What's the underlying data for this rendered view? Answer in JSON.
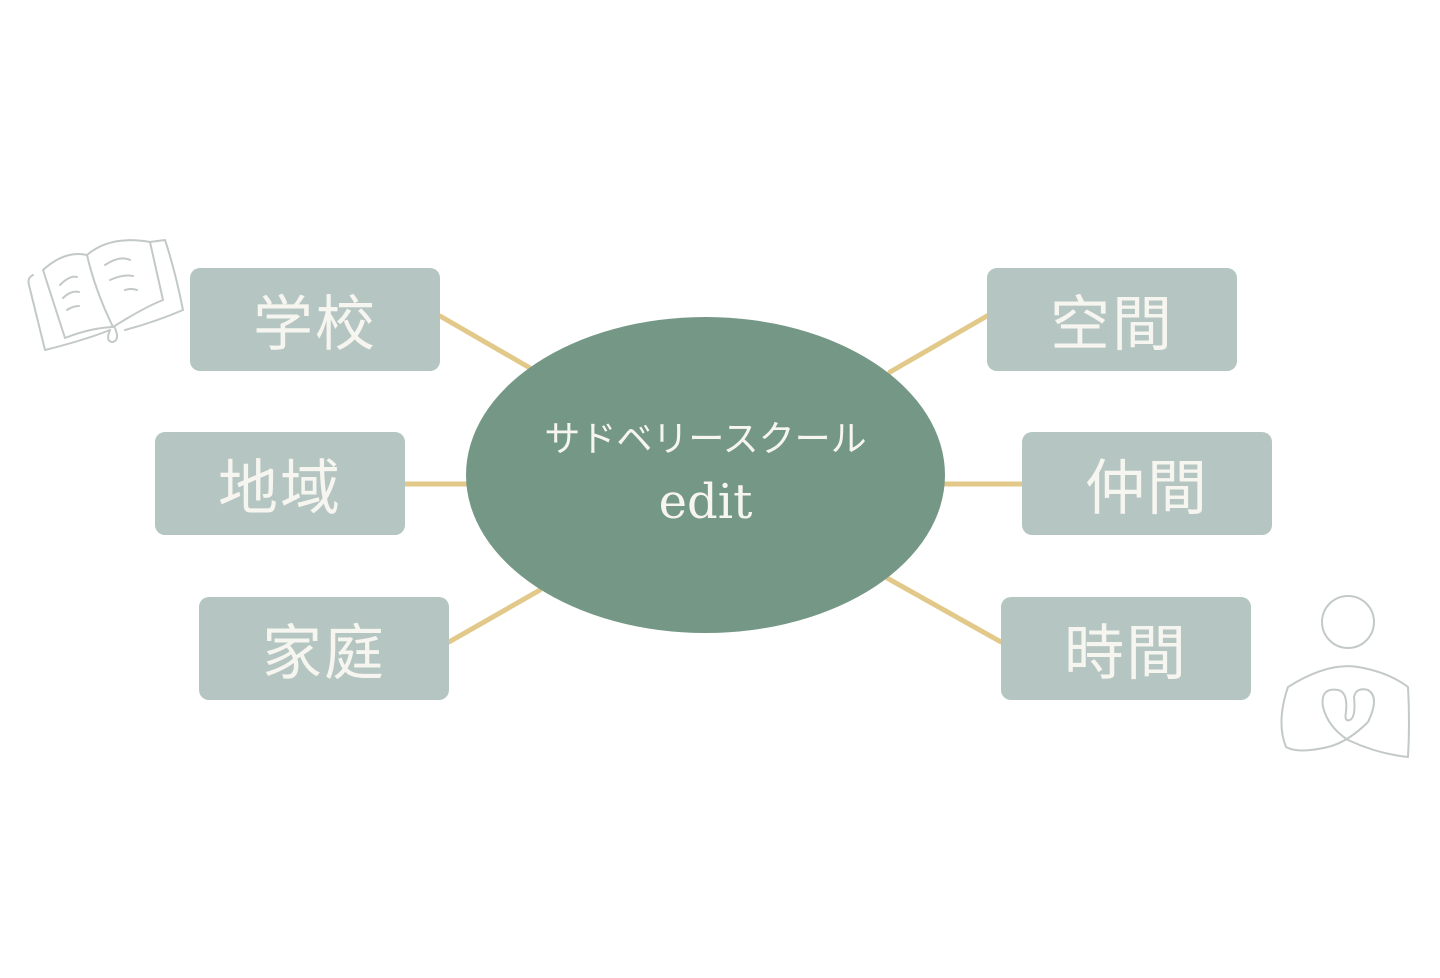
{
  "center": {
    "title": "サドベリースクール",
    "subtitle": "edit"
  },
  "nodes_left": [
    "学校",
    "地域",
    "家庭"
  ],
  "nodes_right": [
    "空間",
    "仲間",
    "時間"
  ],
  "colors": {
    "center": "#759886",
    "box": "#b5c6c2",
    "connector": "#e2c98a",
    "text": "#f7f5f0",
    "icon_stroke": "#c3c9c8"
  },
  "icons": [
    "open-book-icon",
    "person-heart-icon"
  ]
}
